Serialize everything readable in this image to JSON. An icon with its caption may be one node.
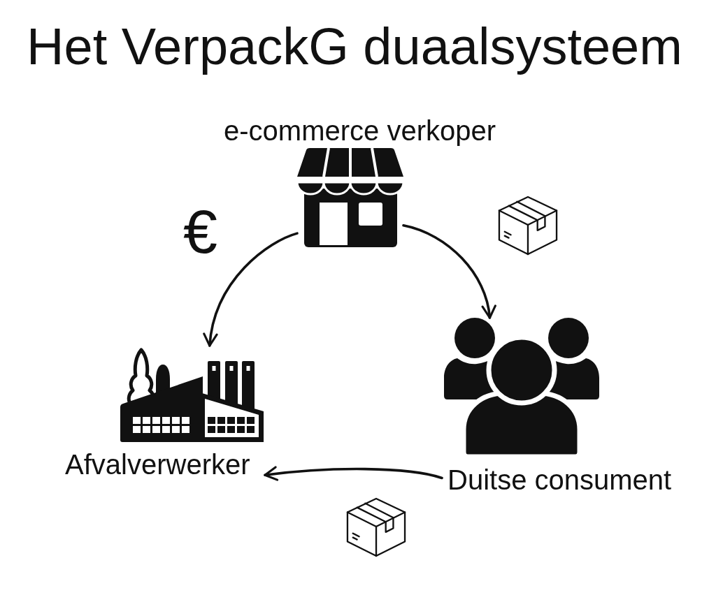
{
  "diagram": {
    "title": "Het VerpackG duaalsysteem",
    "nodes": [
      {
        "text": [
          "e-commerce verkoper"
        ]
      },
      {
        "text": [
          "Afvalverwerker"
        ]
      },
      {
        "text": [
          "Duitse consument"
        ]
      }
    ],
    "edges": [
      {
        "from": 0,
        "to": 1,
        "arrow": "to",
        "label": "€"
      },
      {
        "from": 0,
        "to": 2,
        "arrow": "to"
      },
      {
        "from": 2,
        "to": 1,
        "arrow": "to"
      }
    ]
  }
}
